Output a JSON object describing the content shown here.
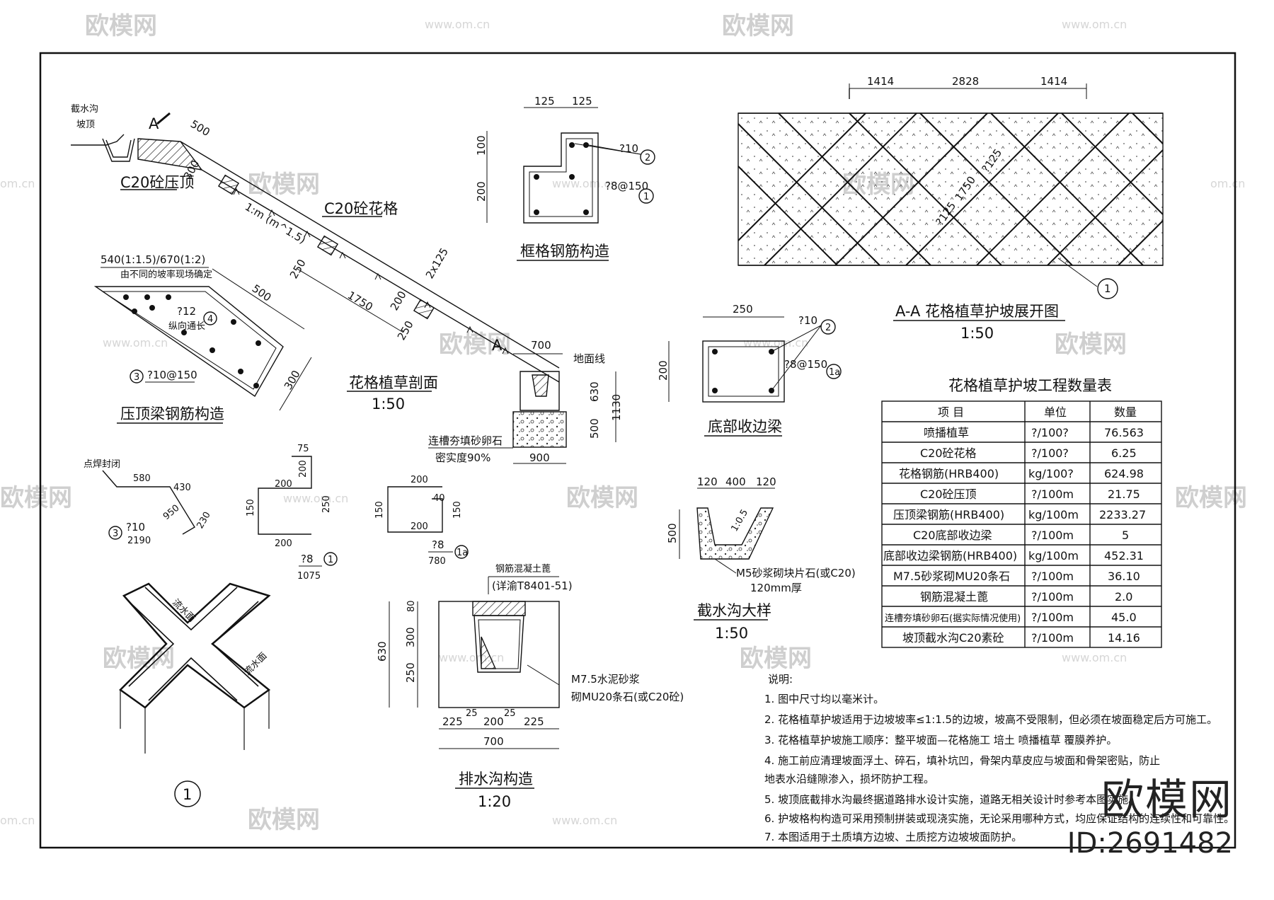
{
  "watermarks": {
    "brand": "欧模网",
    "url": "www.om.cn",
    "url_left": "om.cn"
  },
  "brand": {
    "logo": "欧模网",
    "id": "ID:2691482"
  },
  "section_view": {
    "title": "花格植草剖面",
    "scale": "1:50",
    "labels": {
      "cut_drain": "截水沟",
      "slope_top": "坡顶",
      "section_mark": "A",
      "coping": "C20砼压顶",
      "grid": "C20砼花格",
      "ground_line": "地面线",
      "slope": "1:m (m^1.5)"
    },
    "dims": [
      "500",
      "300",
      "250",
      "1750",
      "200",
      "2x125",
      "250",
      "700",
      "630",
      "1130",
      "500",
      "900"
    ],
    "fill_label_1": "连槽夯填砂卵石",
    "fill_label_2": "密实度90%"
  },
  "coping_rebar": {
    "title": "压顶梁钢筋构造",
    "top_note": "540(1:1.5)/670(1:2)",
    "top_note_2": "由不同的坡率现场确定",
    "bar_label": "?12",
    "bar_label_2": "纵向通长",
    "bar_num": "4",
    "stirrup_label": "?10@150",
    "stirrup_num": "3",
    "dims": [
      "500",
      "300"
    ]
  },
  "frame_rebar": {
    "title": "框格钢筋构造",
    "dims": [
      "125",
      "125",
      "100",
      "200"
    ],
    "bar_label": "?10",
    "bar_num": "2",
    "stirrup_label": "?8@150",
    "stirrup_num": "1"
  },
  "bottom_beam": {
    "title": "底部收边梁",
    "dims": [
      "250",
      "200"
    ],
    "bar_label": "?10",
    "bar_num": "2",
    "stirrup_label": "?8@150",
    "stirrup_num": "1a"
  },
  "bar_shapes": {
    "shape3": {
      "weld": "点焊封闭",
      "dims": [
        "580",
        "430",
        "950",
        "230"
      ],
      "label": "?10",
      "num": "3",
      "total": "2190"
    },
    "shape1": {
      "dims": [
        "75",
        "200",
        "200",
        "150",
        "250",
        "200"
      ],
      "label": "?8",
      "num": "1",
      "total": "1075"
    },
    "shape1a": {
      "dims": [
        "200",
        "40",
        "150",
        "150",
        "200"
      ],
      "label": "?8",
      "num": "1a",
      "total": "780"
    }
  },
  "node_detail": {
    "num": "1",
    "label_a": "流水面",
    "label_b": "流水面"
  },
  "drain": {
    "title": "排水沟构造",
    "scale": "1:20",
    "cover_label": "钢筋混凝土蓖",
    "cover_ref": "(详渝T8401-51)",
    "mortar": "M7.5水泥砂浆",
    "masonry": "砌MU20条石(或C20砼)",
    "dims_v": [
      "80",
      "300",
      "250",
      "630"
    ],
    "dims_h": [
      "25",
      "25",
      "225",
      "200",
      "225",
      "700"
    ]
  },
  "cut_drain_detail": {
    "title": "截水沟大样",
    "scale": "1:50",
    "dims": [
      "120",
      "400",
      "120",
      "500"
    ],
    "slope": "1:0.5",
    "material": "M5砂浆砌块片石(或C20)",
    "thickness": "120mm厚"
  },
  "elevation": {
    "title": "A-A  花格植草护坡展开图",
    "scale": "1:50",
    "dims": [
      "1414",
      "2828",
      "1414"
    ],
    "diag_dims": [
      "?125",
      "1750",
      "?125"
    ],
    "node": "1"
  },
  "quantity_table": {
    "title": "花格植草护坡工程数量表",
    "headers": [
      "项  目",
      "单位",
      "数量"
    ],
    "rows": [
      [
        "喷播植草",
        "?/100?",
        "76.563"
      ],
      [
        "C20砼花格",
        "?/100?",
        "6.25"
      ],
      [
        "花格钢筋(HRB400)",
        "kg/100?",
        "624.98"
      ],
      [
        "C20砼压顶",
        "?/100m",
        "21.75"
      ],
      [
        "压顶梁钢筋(HRB400)",
        "kg/100m",
        "2233.27"
      ],
      [
        "C20底部收边梁",
        "?/100m",
        "5"
      ],
      [
        "底部收边梁钢筋(HRB400)",
        "kg/100m",
        "452.31"
      ],
      [
        "M7.5砂浆砌MU20条石",
        "?/100m",
        "36.10"
      ],
      [
        "钢筋混凝土蓖",
        "?/100m",
        "2.0"
      ],
      [
        "连槽夯填砂卵石(据实际情况使用)",
        "?/100m",
        "45.0"
      ],
      [
        "坡顶截水沟C20素砼",
        "?/100m",
        "14.16"
      ]
    ]
  },
  "notes": {
    "heading": "说明:",
    "items": [
      "1. 图中尺寸均以毫米计。",
      "2. 花格植草护坡适用于边坡坡率≤1:1.5的边坡，坡高不受限制，但必须在坡面稳定后方可施工。",
      "3. 花格植草护坡施工顺序：整平坡面—花格施工  培土  喷播植草  覆膜养护。",
      "4. 施工前应清理坡面浮土、碎石，填补坑凹，骨架内草皮应与坡面和骨架密贴，防止",
      "   地表水沿缝隙渗入，损坏防护工程。",
      "5. 坡顶底截排水沟最终据道路排水设计实施，道路无相关设计时参考本图实施。",
      "6. 护坡格构构造可采用预制拼装或现浇实施，无论采用哪种方式，均应保证结构的连续性和可靠性。",
      "7. 本图适用于土质填方边坡、土质挖方边坡坡面防护。"
    ]
  }
}
